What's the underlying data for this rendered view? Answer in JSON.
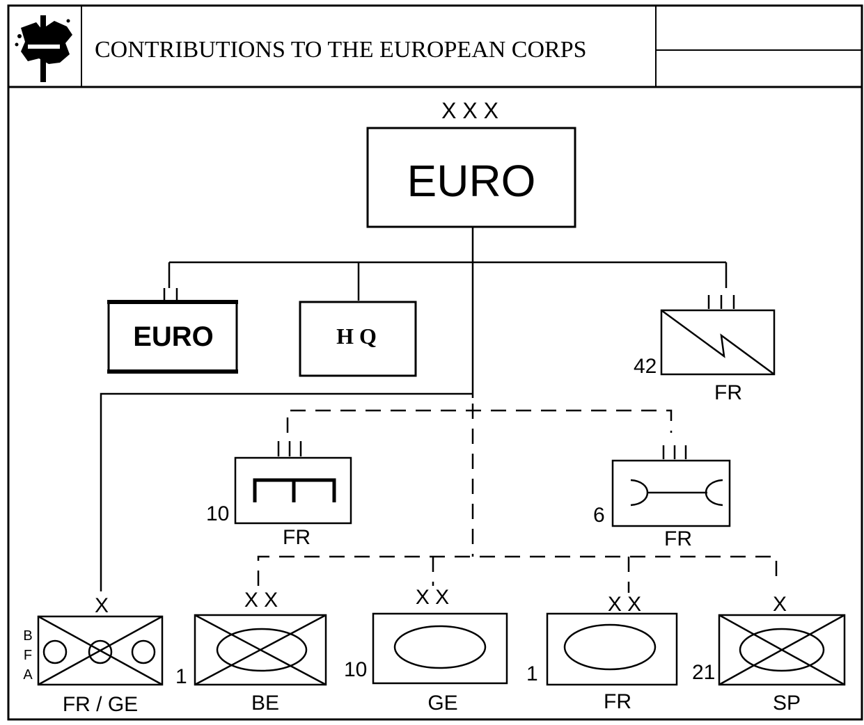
{
  "header": {
    "title": "CONTRIBUTIONS TO THE EUROPEAN CORPS",
    "logo": "eurocorps-emblem"
  },
  "corps": {
    "echelon": "X X X",
    "label": "EURO"
  },
  "hq_units": [
    {
      "id": "euro-hq-bn",
      "label": "EURO"
    },
    {
      "id": "hq",
      "label": "H Q"
    }
  ],
  "signal": {
    "number": "42",
    "country": "FR",
    "symbol": "signal-icon"
  },
  "engineer": {
    "number": "10",
    "country": "FR",
    "symbol": "engineer-icon"
  },
  "logistics": {
    "number": "6",
    "country": "FR",
    "symbol": "logistics-icon"
  },
  "divisions": [
    {
      "id": "fr-ge-brigade",
      "echelon": "X",
      "number": "",
      "country": "FR / GE",
      "side_letters": [
        "B",
        "F",
        "A"
      ],
      "type": "mechanized-brigade"
    },
    {
      "id": "be-division",
      "echelon": "X X",
      "number": "1",
      "country": "BE",
      "type": "mechanized-infantry"
    },
    {
      "id": "ge-division",
      "echelon": "X X",
      "number": "10",
      "country": "GE",
      "type": "armored"
    },
    {
      "id": "fr-division",
      "echelon": "X X",
      "number": "1",
      "country": "FR",
      "type": "armored"
    },
    {
      "id": "sp-brigade",
      "echelon": "X",
      "number": "21",
      "country": "SP",
      "type": "mechanized-infantry"
    }
  ]
}
